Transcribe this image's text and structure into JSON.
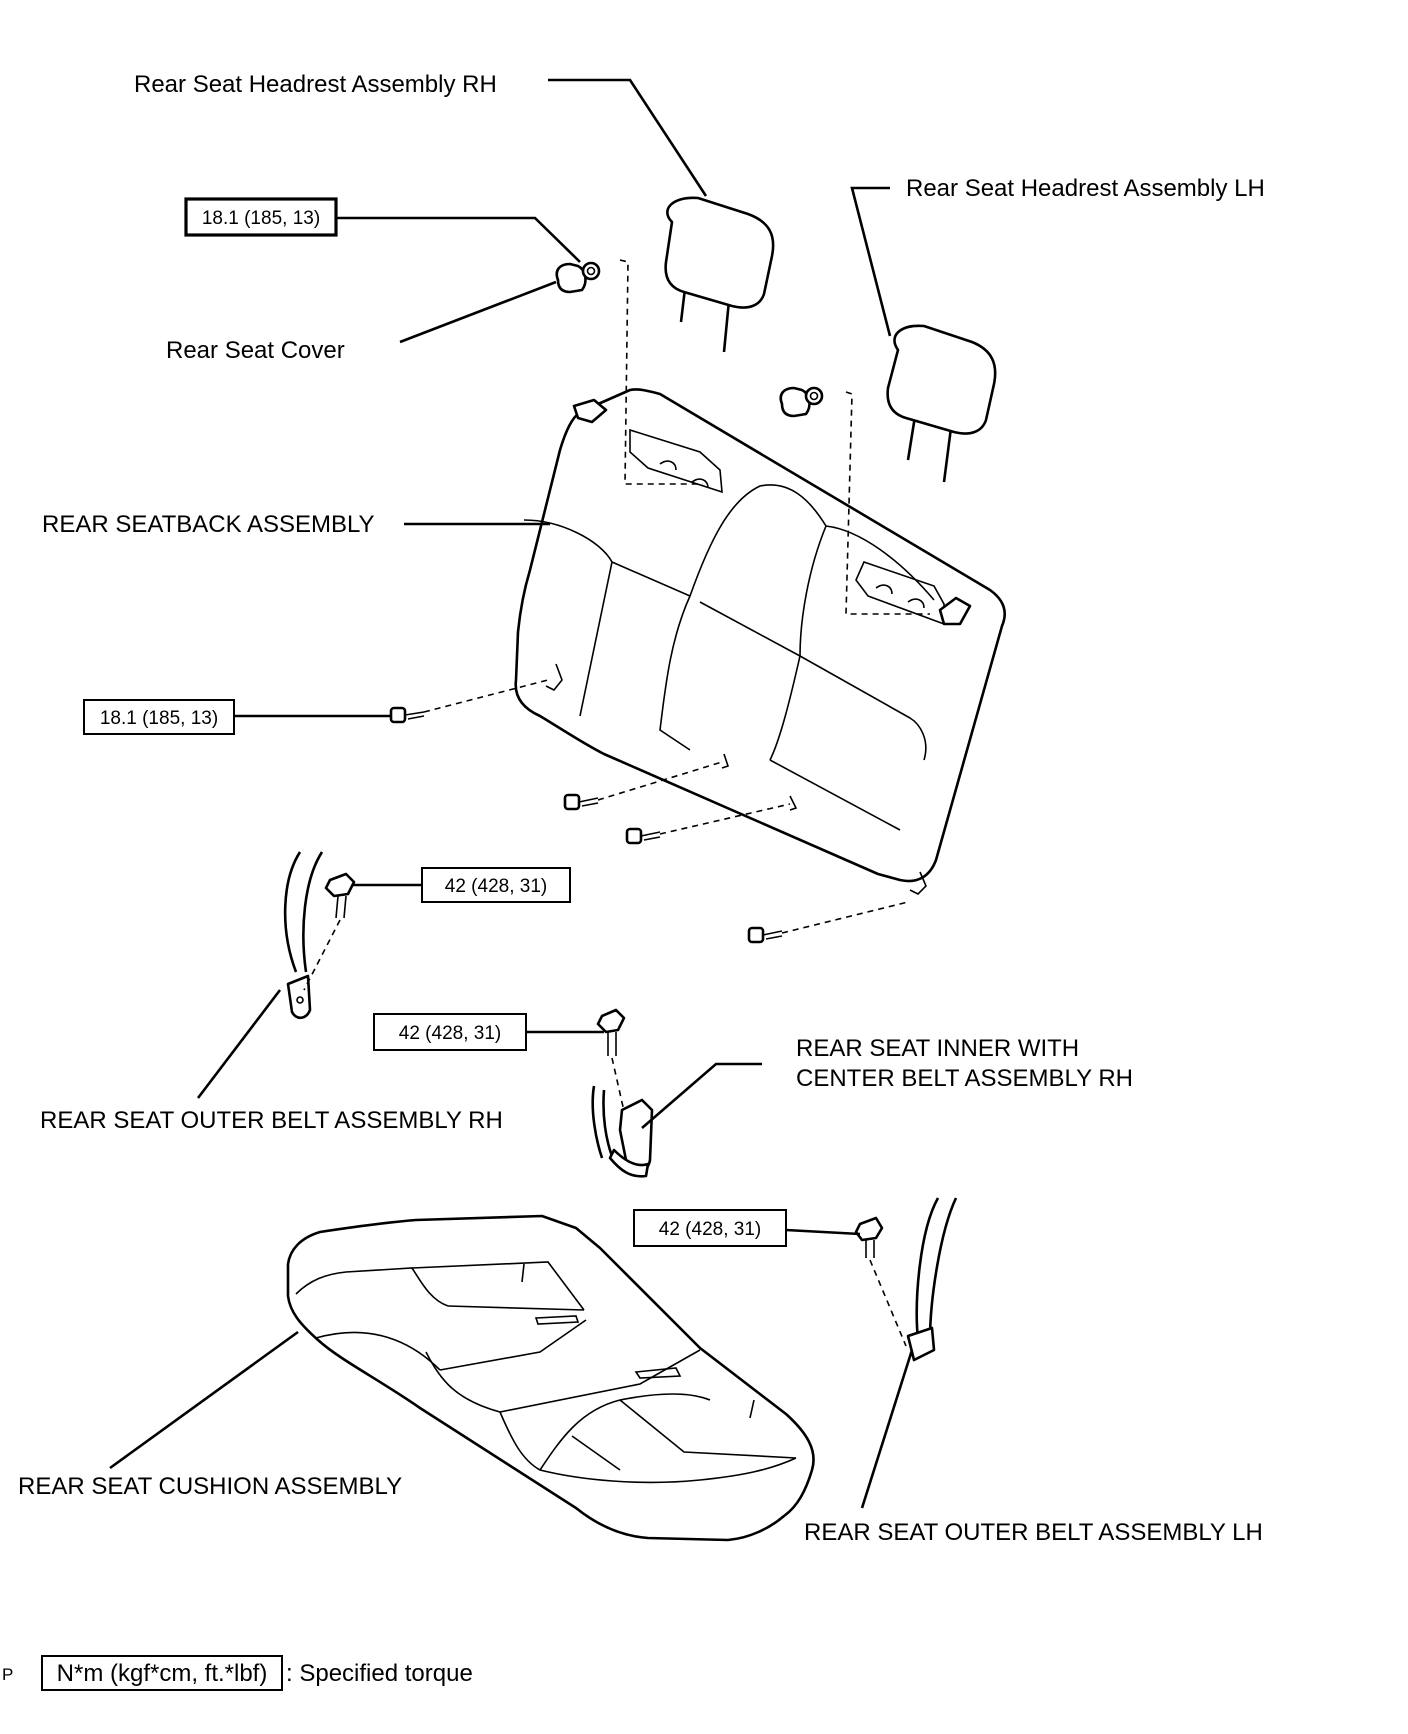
{
  "labels": {
    "headrest_rh": "Rear Seat Headrest Assembly RH",
    "headrest_lh": "Rear Seat Headrest Assembly LH",
    "seat_cover": "Rear Seat Cover",
    "seatback": "REAR SEATBACK ASSEMBLY",
    "outer_belt_rh": "REAR SEAT OUTER BELT ASSEMBLY RH",
    "inner_belt_line1": "REAR SEAT INNER WITH",
    "inner_belt_line2": "CENTER BELT ASSEMBLY RH",
    "cushion": "REAR SEAT CUSHION ASSEMBLY",
    "outer_belt_lh": "REAR SEAT OUTER BELT ASSEMBLY LH"
  },
  "torques": {
    "headrest_nut": "18.1 (185, 13)",
    "seatback_bolt": "18.1 (185, 13)",
    "outer_belt_rh_bolt": "42 (428, 31)",
    "inner_belt_bolt": "42 (428, 31)",
    "outer_belt_lh_bolt": "42 (428, 31)"
  },
  "legend": {
    "prefix": "P",
    "unit": "N*m (kgf*cm, ft.*lbf)",
    "suffix": ": Specified torque"
  }
}
